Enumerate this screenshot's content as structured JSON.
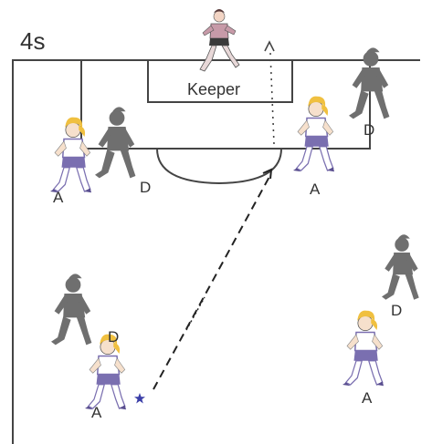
{
  "title": "4s",
  "keeper_label": "Keeper",
  "colors": {
    "lines": "#444444",
    "pitch": "#ffffff",
    "defender": "#6f6f6f",
    "attacker_kit": "#ffffff",
    "attacker_trim": "#7a6fb0",
    "attacker_hair": "#f0c040",
    "keeper_shirt": "#c79aa8"
  },
  "players": {
    "attacker_left": "A",
    "defender_left": "D",
    "attacker_right_box": "A",
    "defender_right_box": "D",
    "defender_bottom_left": "D",
    "attacker_bottom_left": "A",
    "defender_bottom_right": "D",
    "attacker_bottom_right": "A"
  },
  "icons": {
    "ball": "star-ball-icon",
    "pass": "dashed-pass-arrow-icon",
    "run": "dotted-run-arrow-icon"
  }
}
